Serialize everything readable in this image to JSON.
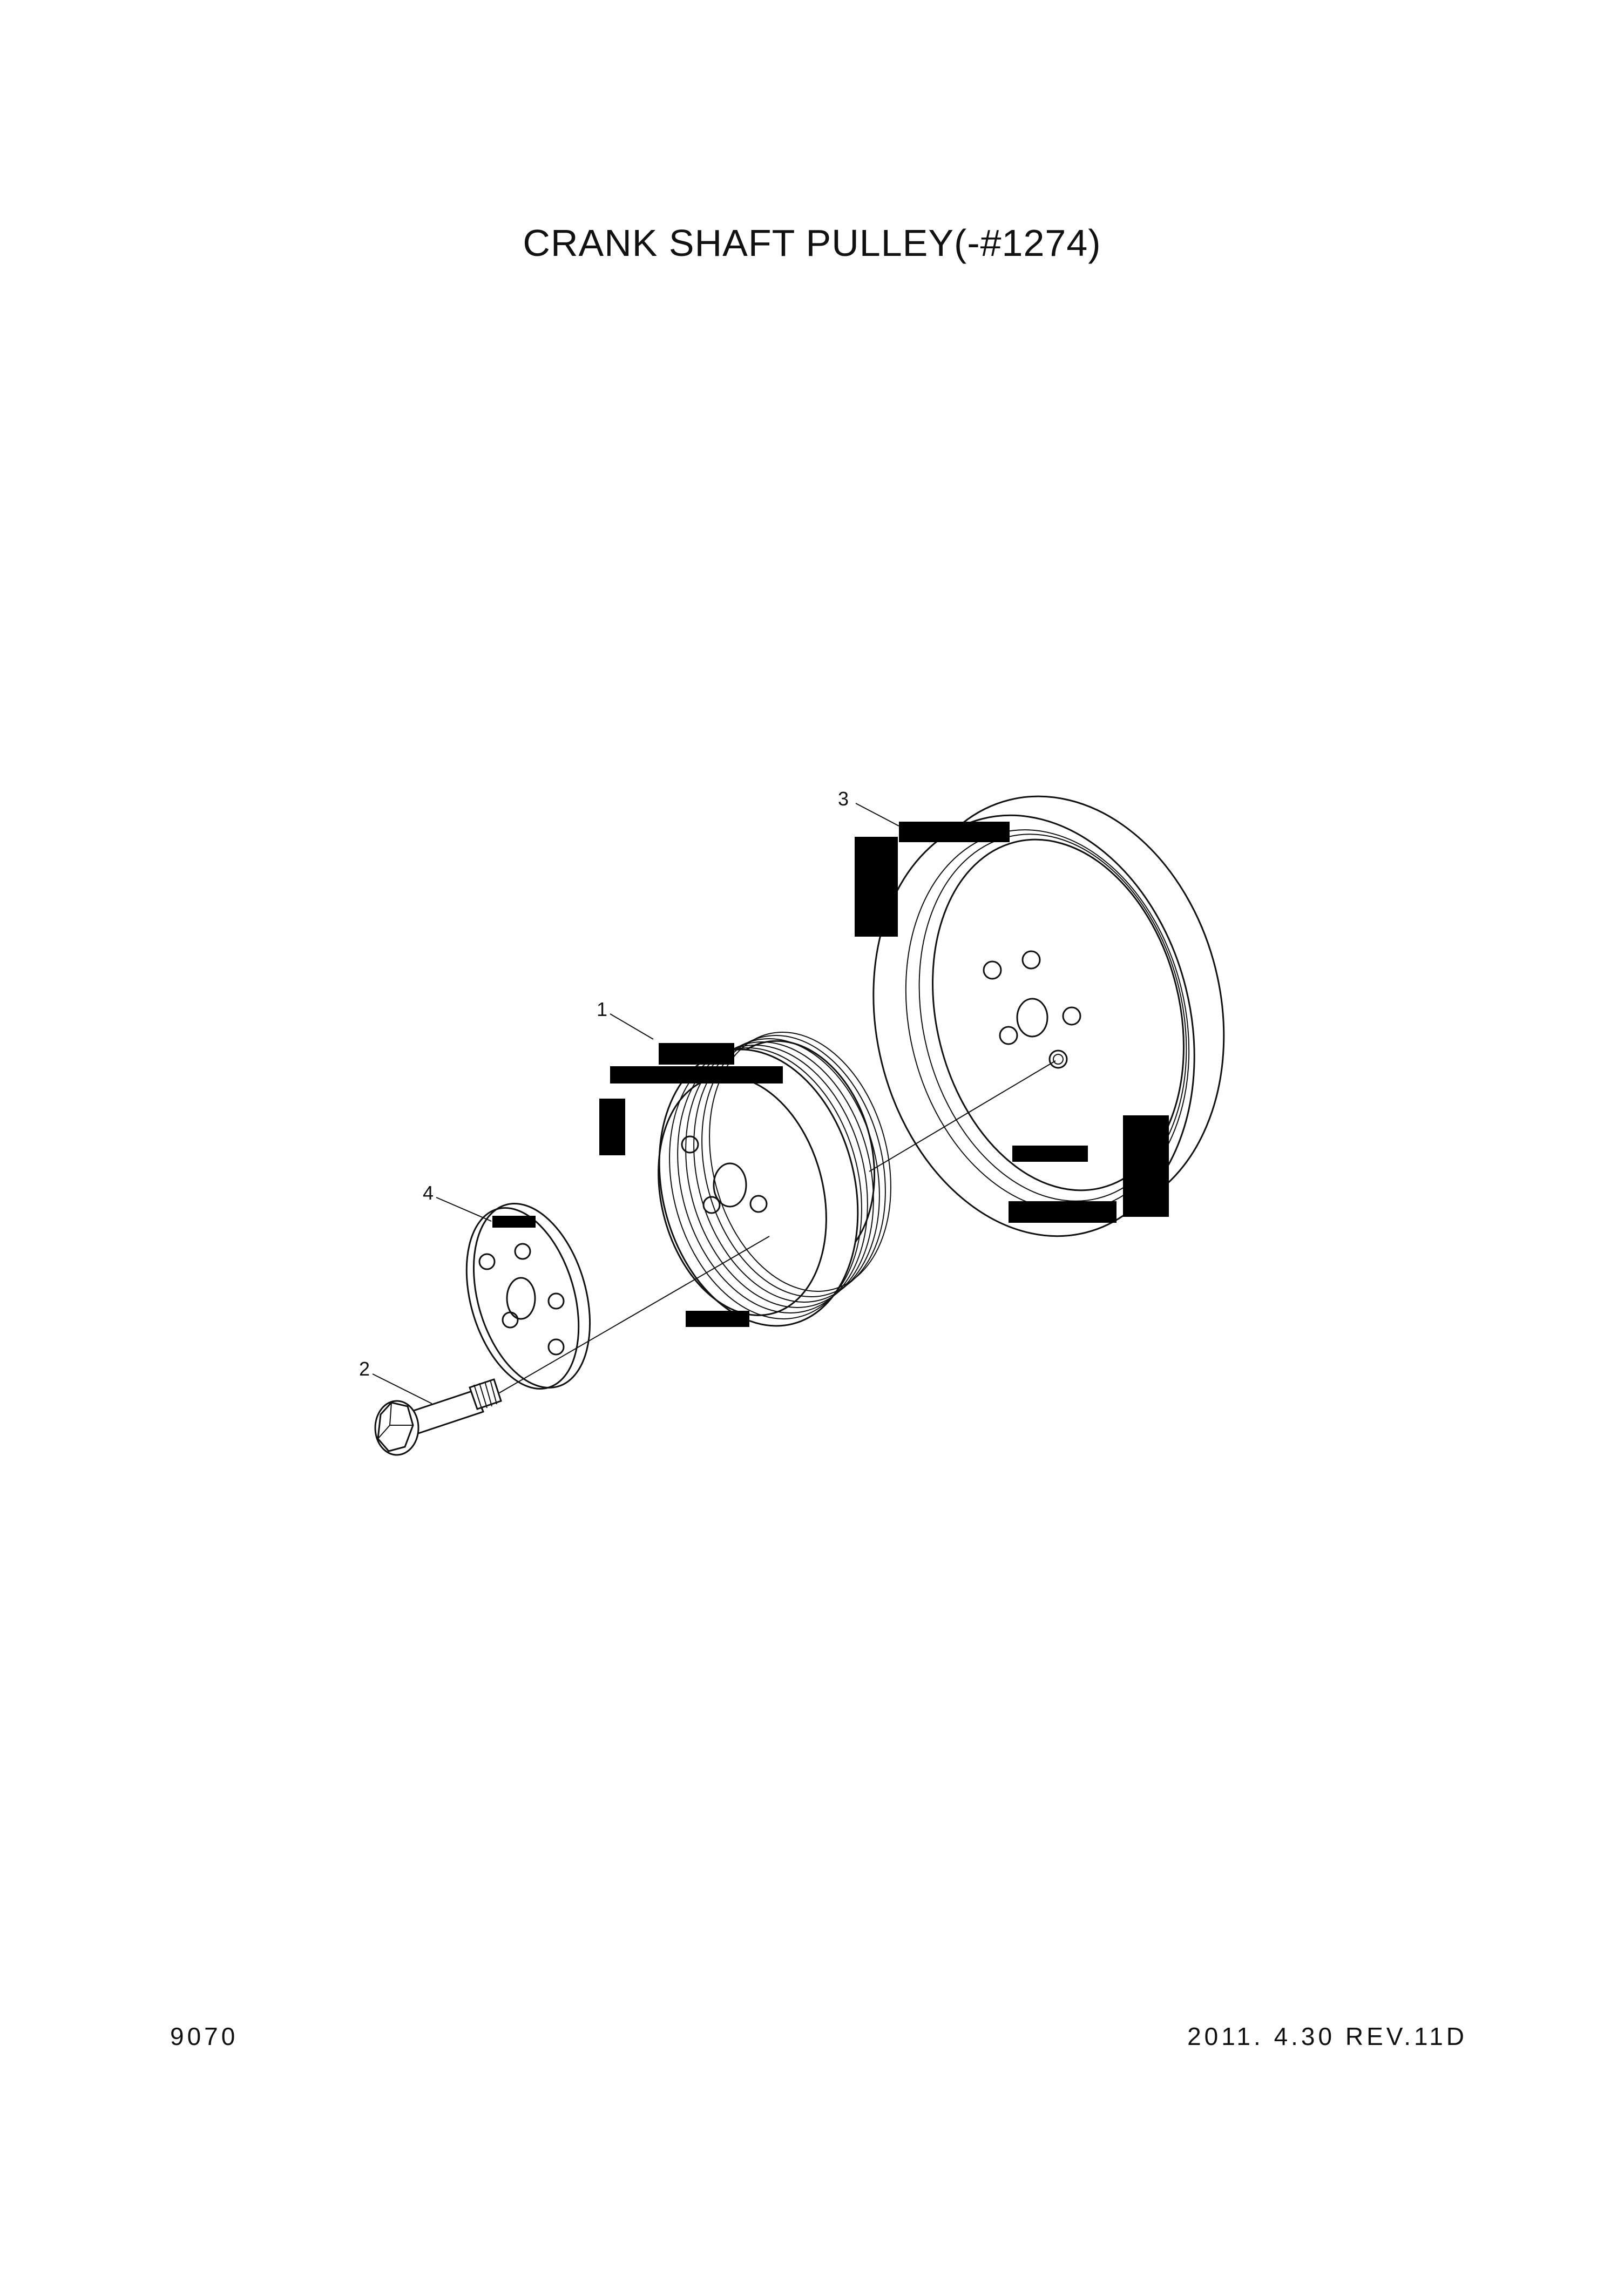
{
  "title": "CRANK SHAFT PULLEY(-#1274)",
  "footer": {
    "page_code": "9070",
    "date_revision": "2011. 4.30  REV.11D"
  },
  "callouts": [
    {
      "label": "1"
    },
    {
      "label": "2"
    },
    {
      "label": "3"
    },
    {
      "label": "4"
    }
  ]
}
